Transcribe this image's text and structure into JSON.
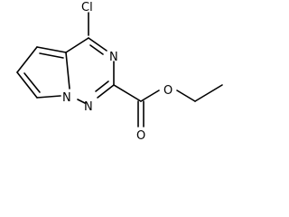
{
  "molecule": {
    "atoms": {
      "cl": "Cl",
      "n_triazine": "N",
      "n_bridgehead": "N",
      "n_adjacent": "N",
      "o_carbonyl": "O",
      "o_ester": "O"
    }
  }
}
